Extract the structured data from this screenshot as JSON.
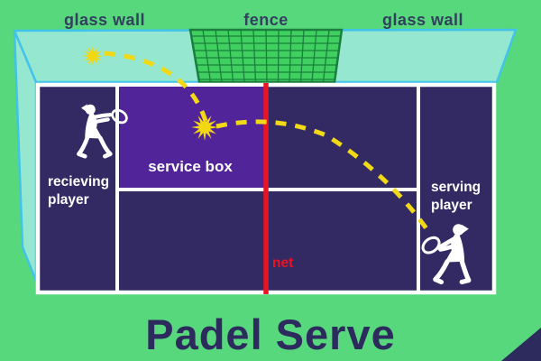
{
  "title": "Padel Serve",
  "top_labels": {
    "left": "glass wall",
    "center": "fence",
    "right": "glass wall"
  },
  "court": {
    "service_box_label": "service box",
    "net_label": "net",
    "receiving_player": {
      "line1": "recieving",
      "line2": "player"
    },
    "serving_player": {
      "line1": "serving",
      "line2": "player"
    }
  },
  "icons": {
    "wall_impact": "sunburst-icon",
    "court_bounce": "sunburst-icon",
    "trajectory": "dashed-ball-path"
  },
  "colors": {
    "background_green": "#58d87c",
    "glass_wall_teal": "#95e8cf",
    "glass_border_cyan": "#41c3ea",
    "fence_green": "#3fd060",
    "fence_grid_dark_green": "#1b7f3e",
    "court_navy": "#332a64",
    "service_box_purple": "#52249a",
    "court_lines_white": "#ffffff",
    "net_red": "#e81424",
    "ball_path_yellow": "#f1d917",
    "title_navy": "#2d2b5e",
    "top_label_slate": "#31405e",
    "player_white": "#ffffff"
  }
}
